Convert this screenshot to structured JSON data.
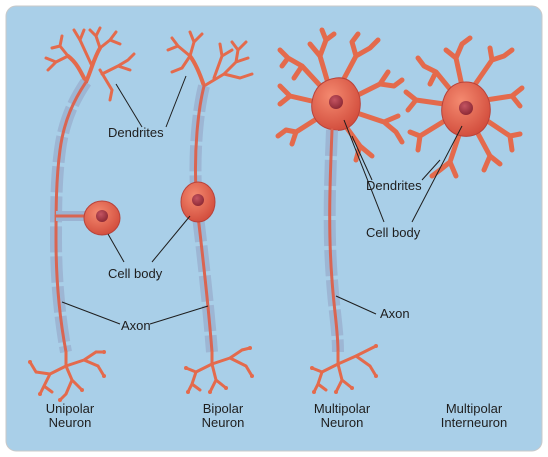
{
  "labels": {
    "dendrites_left": "Dendrites",
    "dendrites_right": "Dendrites",
    "cell_body_left": "Cell body",
    "cell_body_right": "Cell body",
    "axon_left": "Axon",
    "axon_right": "Axon"
  },
  "captions": [
    {
      "line1": "Unipolar",
      "line2": "Neuron"
    },
    {
      "line1": "Bipolar",
      "line2": "Neuron"
    },
    {
      "line1": "Multipolar",
      "line2": "Neuron"
    },
    {
      "line1": "Multipolar",
      "line2": "Interneuron"
    }
  ],
  "colors": {
    "background": "#a9cfe8",
    "neuron": "#e46a4c",
    "nucleus": "#9e2f3a",
    "myelin": "#9bb3d2"
  }
}
